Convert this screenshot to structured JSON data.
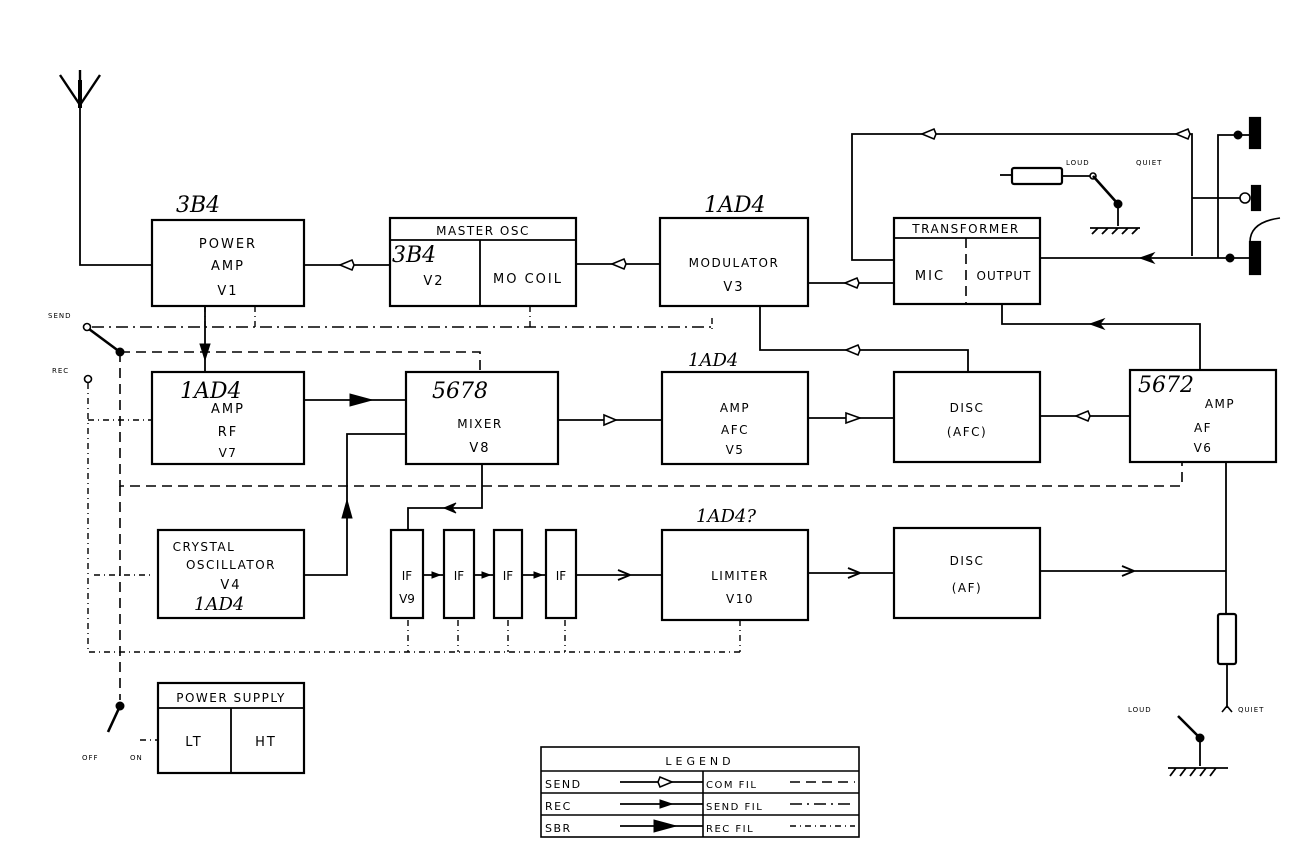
{
  "title": "Transceiver block diagram",
  "antenna": {
    "label": ""
  },
  "blocks": {
    "power_amp": {
      "lines": [
        "POWER",
        "AMP",
        "V1"
      ],
      "tube": "3B4"
    },
    "master_osc": {
      "header": "MASTER OSC",
      "left": [
        "V2"
      ],
      "right": [
        "MO COIL"
      ],
      "tube": "3B4"
    },
    "modulator": {
      "lines": [
        "MODULATOR",
        "V3"
      ],
      "tube": "1AD4"
    },
    "transformer": {
      "header": "TRANSFORMER",
      "left": "MIC",
      "right": "OUTPUT"
    },
    "rf_amp": {
      "lines": [
        "AMP",
        "RF",
        "V7"
      ],
      "tube": "1AD4"
    },
    "mixer": {
      "lines": [
        "MIXER",
        "V8"
      ],
      "tube": "5678"
    },
    "afc_amp": {
      "lines": [
        "AMP",
        "AFC",
        "V5"
      ],
      "tube": "1AD4"
    },
    "disc_afc": {
      "lines": [
        "DISC",
        "(AFC)"
      ]
    },
    "af_amp": {
      "lines": [
        "AMP",
        "AF",
        "V6"
      ],
      "tube": "5672"
    },
    "crystal_osc": {
      "lines": [
        "CRYSTAL",
        "OSCILLATOR",
        "V4"
      ],
      "tube": "1AD4"
    },
    "if_stages": [
      {
        "lines": [
          "IF",
          "V9"
        ]
      },
      {
        "lines": [
          "IF"
        ]
      },
      {
        "lines": [
          "IF"
        ]
      },
      {
        "lines": [
          "IF"
        ]
      }
    ],
    "limiter": {
      "lines": [
        "LIMITER",
        "V10"
      ],
      "tube": "1AD4?"
    },
    "disc_af": {
      "lines": [
        "DISC",
        "(AF)"
      ]
    },
    "power_supply": {
      "header": "POWER SUPPLY",
      "left": "LT",
      "right": "HT"
    }
  },
  "switches": {
    "send_rec": {
      "send": "SEND",
      "rec": "REC"
    },
    "loud_quiet_top": {
      "loud": "LOUD",
      "quiet": "QUIET"
    },
    "loud_quiet_bottom": {
      "loud": "LOUD",
      "quiet": "QUIET"
    },
    "power": {
      "off": "OFF",
      "on": "ON"
    }
  },
  "legend": {
    "title": "LEGEND",
    "rows": [
      {
        "signal": "SEND",
        "arrow": "open-diamond",
        "filament": "COM FIL",
        "line": "dashed"
      },
      {
        "signal": "REC",
        "arrow": "single-arrow",
        "filament": "SEND FIL",
        "line": "dash-dot"
      },
      {
        "signal": "SBR",
        "arrow": "filled-arrow",
        "filament": "REC FIL",
        "line": "dash-dot-dot"
      }
    ]
  }
}
